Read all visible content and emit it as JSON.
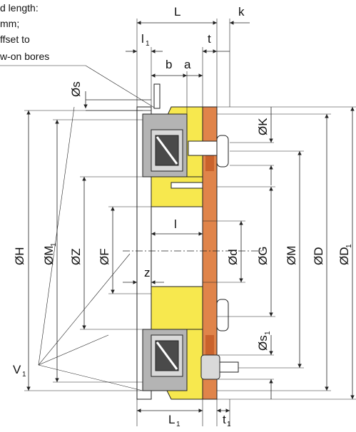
{
  "note_lines": [
    "d length:",
    "mm;",
    "ffset to",
    "w-on bores"
  ],
  "dimensions": {
    "L": "L",
    "k": "k",
    "l1": "l",
    "t": "t",
    "b": "b",
    "a": "a",
    "s": "Øs",
    "K": "ØK",
    "H": "ØH",
    "M1": "ØM",
    "Z": "ØZ",
    "F": "ØF",
    "l": "l",
    "d": "Ød",
    "G": "ØG",
    "M": "ØM",
    "D": "ØD",
    "D1": "ØD",
    "z": "z",
    "s1": "Øs",
    "V1": "V",
    "L1": "L",
    "t1": "t"
  },
  "subscript": "1",
  "colors": {
    "yellow": "#f7e84e",
    "orange": "#e0844a",
    "dark_orange": "#c9622c",
    "gray": "#b4b4b4",
    "light_gray": "#d9d9d9",
    "dark_gray": "#6a6a6a",
    "coil": "#4a4a4a"
  }
}
